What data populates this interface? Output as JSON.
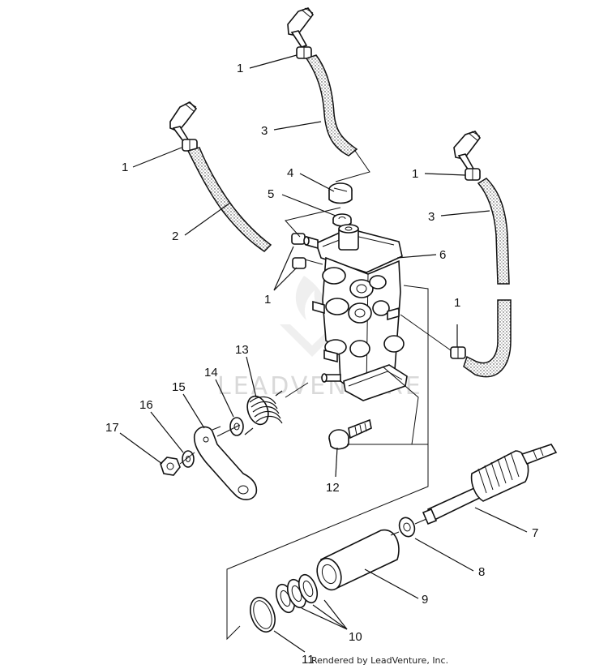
{
  "diagram": {
    "callouts": [
      {
        "id": "c1a",
        "text": "1"
      },
      {
        "id": "c1b",
        "text": "1"
      },
      {
        "id": "c1c",
        "text": "1"
      },
      {
        "id": "c1d",
        "text": "1"
      },
      {
        "id": "c1e",
        "text": "1"
      },
      {
        "id": "c2",
        "text": "2"
      },
      {
        "id": "c3a",
        "text": "3"
      },
      {
        "id": "c3b",
        "text": "3"
      },
      {
        "id": "c4",
        "text": "4"
      },
      {
        "id": "c5",
        "text": "5"
      },
      {
        "id": "c6",
        "text": "6"
      },
      {
        "id": "c7",
        "text": "7"
      },
      {
        "id": "c8",
        "text": "8"
      },
      {
        "id": "c9",
        "text": "9"
      },
      {
        "id": "c10",
        "text": "10"
      },
      {
        "id": "c11",
        "text": "11"
      },
      {
        "id": "c12",
        "text": "12"
      },
      {
        "id": "c13",
        "text": "13"
      },
      {
        "id": "c14",
        "text": "14"
      },
      {
        "id": "c15",
        "text": "15"
      },
      {
        "id": "c16",
        "text": "16"
      },
      {
        "id": "c17",
        "text": "17"
      }
    ],
    "watermark": "LEADVENTURE",
    "credit": "Rendered by LeadVenture, Inc."
  }
}
